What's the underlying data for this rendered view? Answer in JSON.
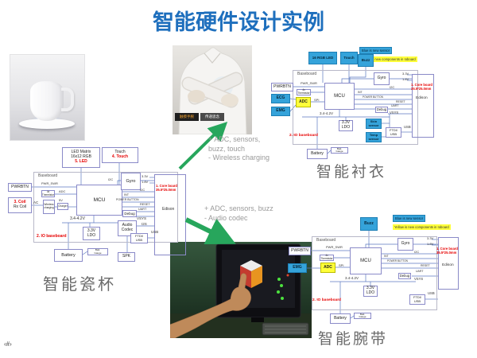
{
  "title": "智能硬件设计实例",
  "page_marker": "‹#›",
  "notes": {
    "n1l1": "+ ADC, sensors,",
    "n1l2": "buzz, touch",
    "n1l3": "- Wireless charging",
    "n2l1": "+ ADC, sensors, buzz",
    "n2l2": "-  Audio codec"
  },
  "legend": {
    "blue": "Blue is new sensor",
    "yellow": "Yellow is new components in Ioboard"
  },
  "common": {
    "baseboard": "Baseboard",
    "pwrbtn": "PWRBTN",
    "pwr_swr": "PWR_SWR",
    "mcu": "MCU",
    "gyro": "Gyro",
    "debug": "Debug",
    "edison": "Edison",
    "battery": "Battery",
    "gauge1": "Batt.",
    "gauge2": "Gauge",
    "ldo1": "3.3V",
    "ldo2": "LDO",
    "v_range": "3.4-4.2V",
    "v33": "3.3V",
    "v18": "1.8V",
    "i2c": "I2C",
    "int": "INT",
    "power_button": "POWER BUTTON",
    "reset": "RESET",
    "uart": "UART",
    "vsys": "VSYS",
    "i2s": "I2S",
    "usb": "USB",
    "spi": "SPI",
    "ftdi1": "FTDI/",
    "ftdi2": "USB",
    "io_baseboard": "2. IO baseboard",
    "core1": "1.  Core board",
    "core2": "35.5*25.0mm",
    "thermistor": "4x Thermistor",
    "adc": "ADC"
  },
  "cup": {
    "caption": "智能瓷杯",
    "led1": "LED Matrix",
    "led2": "16x12 RGB",
    "led_num": "5. LED",
    "touch": "Touch",
    "touch_num": "4. Touch",
    "coil_num": "3. Coil",
    "coil": "Rx Coil",
    "ac": "AC",
    "v5": "5V",
    "wireless1": "Wireless",
    "wireless2": "charging",
    "charger": "Charger",
    "audio1": "Audio",
    "audio2": "Codec",
    "spk": "SPK"
  },
  "shirt": {
    "caption": "智能衬衣",
    "rgb_led": "16 RGB LED",
    "touch": "Touch",
    "buzz": "Buzz",
    "ecg": "ECG",
    "emg": "EMG",
    "skin1": "Skin",
    "skin2": "sensor",
    "temp1": "Temp",
    "temp2": "sensor"
  },
  "wrist": {
    "caption": "智能腕带",
    "buzz": "Buzz",
    "emg": "EMG"
  },
  "shirt_photo": {
    "chip1": "触摸手腕",
    "chip2": "传递思念"
  },
  "colors": {
    "title_blue": "#1e6fbd",
    "arrow_green": "#27a65c",
    "sensor_blue": "#35a3da",
    "adc_yellow": "#ffff3a",
    "number_red": "#e60000"
  }
}
